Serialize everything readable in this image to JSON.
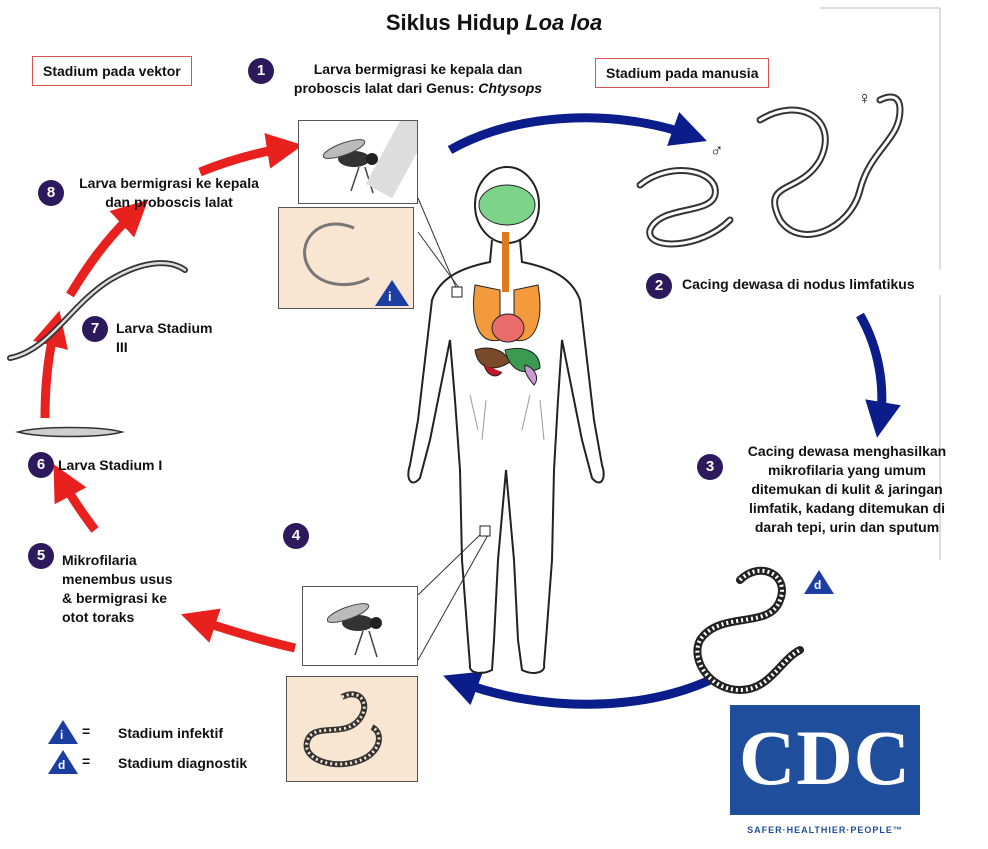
{
  "title": {
    "main": "Siklus Hidup ",
    "italic": "Loa loa"
  },
  "stage_labels": {
    "vector": "Stadium pada vektor",
    "human": "Stadium pada manusia"
  },
  "steps": {
    "s1": {
      "num": "1",
      "text_line1": "Larva bermigrasi ke kepala dan",
      "text_line2": "proboscis lalat dari Genus: ",
      "text_italic": "Chtysops"
    },
    "s2": {
      "num": "2",
      "text": "Cacing dewasa di nodus limfatikus"
    },
    "s3": {
      "num": "3",
      "lines": [
        "Cacing dewasa menghasilkan",
        "mikrofilaria yang umum",
        "ditemukan di kulit & jaringan",
        "limfatik, kadang ditemukan di",
        "darah tepi, urin dan sputum"
      ]
    },
    "s4": {
      "num": "4"
    },
    "s5": {
      "num": "5",
      "lines": [
        "Mikrofilaria",
        "menembus usus",
        "& bermigrasi ke",
        "otot toraks"
      ]
    },
    "s6": {
      "num": "6",
      "text": "Larva Stadium I"
    },
    "s7": {
      "num": "7",
      "lines": [
        "Larva Stadium",
        "III"
      ]
    },
    "s8": {
      "num": "8",
      "lines": [
        "Larva bermigrasi ke kepala",
        "dan proboscis lalat"
      ]
    }
  },
  "legend": {
    "infective": {
      "badge": "i",
      "eq": "=",
      "label": "Stadium infektif"
    },
    "diagnostic": {
      "badge": "d",
      "eq": "=",
      "label": "Stadium diagnostik"
    }
  },
  "badges": {
    "panel_i": "i",
    "stage_d": "d"
  },
  "symbols": {
    "male": "♂",
    "female": "♀"
  },
  "cdc": {
    "logo": "CDC",
    "tagline": "SAFER·HEALTHIER·PEOPLE™"
  },
  "colors": {
    "red_arrow": "#e8201e",
    "blue_arrow": "#0b1d8a",
    "badge": "#2d1a5c",
    "cdc_blue": "#1f4e9c",
    "panel_bg": "#f8e5d2"
  }
}
